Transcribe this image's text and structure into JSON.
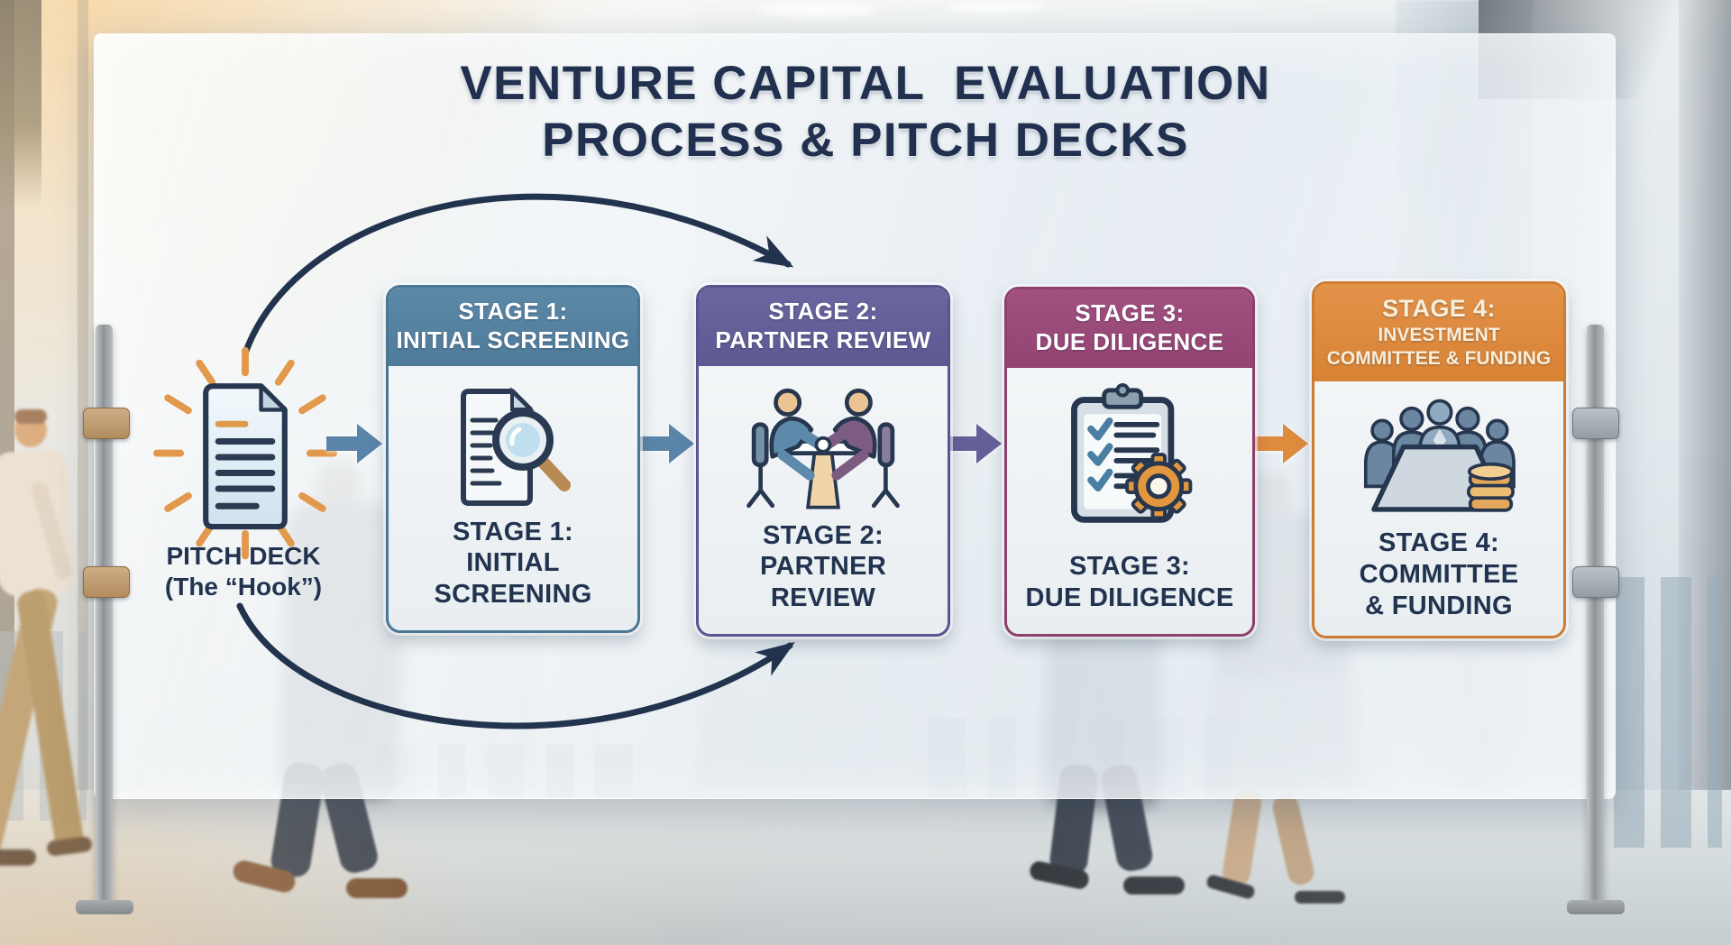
{
  "title": {
    "line1": "VENTURE CAPITAL  EVALUATION",
    "line2": "PROCESS & PITCH DECKS"
  },
  "pitch_deck": {
    "label_line1": "PITCH DECK",
    "label_line2": "(The “Hook”)",
    "icon": "pitch-deck-document-icon"
  },
  "stages": [
    {
      "header_line1": "STAGE 1:",
      "header_line2": "INITIAL SCREENING",
      "header_line3": "",
      "body_line1": "STAGE 1:",
      "body_line2": "INITIAL",
      "body_line3": "SCREENING",
      "icon": "document-magnifier-icon",
      "accent_color": "#54809f"
    },
    {
      "header_line1": "STAGE 2:",
      "header_line2": "PARTNER REVIEW",
      "header_line3": "",
      "body_line1": "STAGE 2:",
      "body_line2": "PARTNER",
      "body_line3": "REVIEW",
      "icon": "handshake-meeting-icon",
      "accent_color": "#655f99"
    },
    {
      "header_line1": "STAGE 3:",
      "header_line2": "DUE DILIGENCE",
      "header_line3": "",
      "body_line1": "STAGE 3:",
      "body_line2": "DUE DILIGENCE",
      "body_line3": "",
      "icon": "checklist-gear-icon",
      "accent_color": "#9c4879"
    },
    {
      "header_line1": "STAGE 4:",
      "header_line2": "INVESTMENT",
      "header_line3": "COMMITTEE & FUNDING",
      "body_line1": "STAGE 4:",
      "body_line2": "COMMITTEE",
      "body_line3": "& FUNDING",
      "icon": "committee-funding-icon",
      "accent_color": "#dd8a3e"
    }
  ],
  "flow": {
    "arrow_pitch_to_stage1_color": "#5b85a8",
    "arrow_stage1_to_stage2_color": "#5b85a8",
    "arrow_stage2_to_stage3_color": "#655f99",
    "arrow_stage3_to_stage4_color": "#df8b3d",
    "curved_arrow_color": "#22334e"
  },
  "colors": {
    "title_text": "#20304e",
    "card_body_text": "#22334f",
    "ray_orange": "#e2994d",
    "board_glass": "#eef3f6"
  }
}
